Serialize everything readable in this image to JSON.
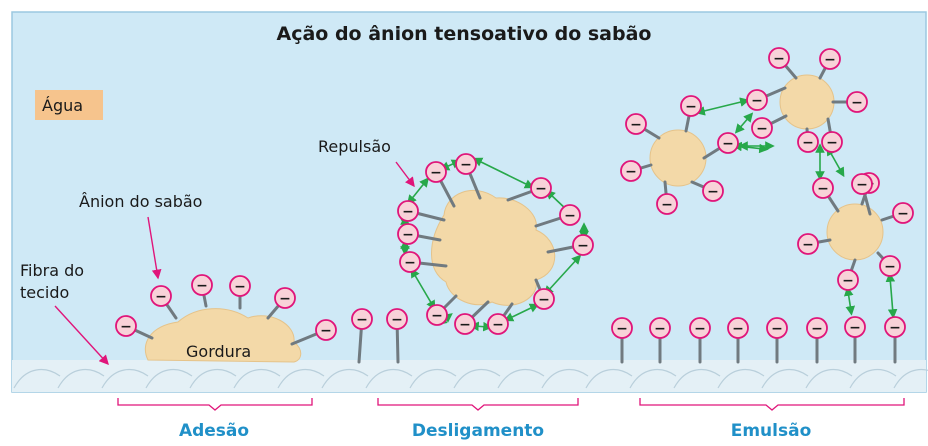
{
  "diagram": {
    "title": "Ação do ânion tensoativo do sabão",
    "water_label": "Água",
    "fat_label": "Gordura",
    "anion_label": "Ânion do sabão",
    "fiber_label_line1": "Fibra do",
    "fiber_label_line2": "tecido",
    "repulsion_label": "Repulsão",
    "charge_symbol": "−",
    "stages": [
      {
        "label": "Adesão"
      },
      {
        "label": "Desligamento"
      },
      {
        "label": "Emulsão"
      }
    ],
    "colors": {
      "water": "#cfe9f6",
      "water_border": "#9cc8e0",
      "fiber": "#e4f0f6",
      "fat": "#f3d9a8",
      "anion_fill": "#f8d2d8",
      "anion_stroke": "#e0157a",
      "tail": "#707a80",
      "repulsion_arrow": "#27a84a",
      "pointer": "#e0157a",
      "stage_label": "#2090c8",
      "water_tag": "#f6c48d"
    }
  }
}
